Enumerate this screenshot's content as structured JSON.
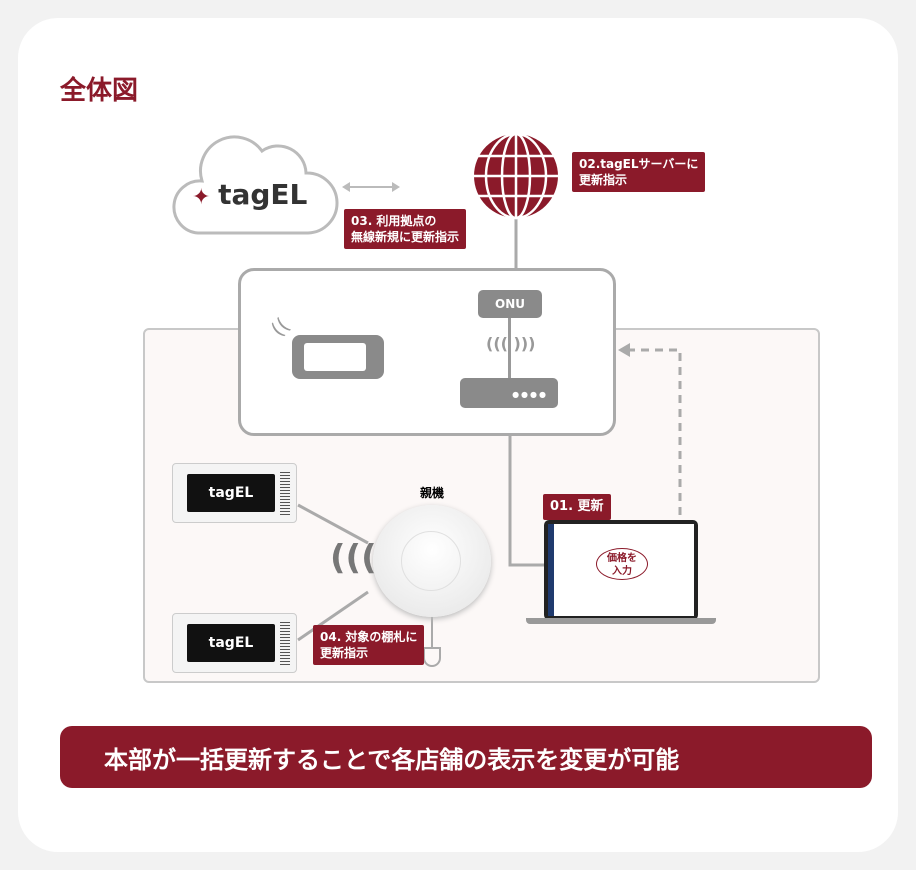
{
  "title": "全体図",
  "cloud_logo": "tagEL",
  "onu_label": "ONU",
  "base_unit_label": "親機",
  "steps": {
    "s01": "01. 更新",
    "s02_l1": "02.tagELサーバーに",
    "s02_l2": "更新指示",
    "s03_l1": "03. 利用拠点の",
    "s03_l2": "無線新規に更新指示",
    "s04_l1": "04. 対象の棚札に",
    "s04_l2": "更新指示"
  },
  "bubble_l1": "価格を",
  "bubble_l2": "入力",
  "tag_logo": "tagEL",
  "banner": "本部が一括更新することで各店舗の表示を変更が可能",
  "colors": {
    "accent": "#8b1a2a"
  }
}
